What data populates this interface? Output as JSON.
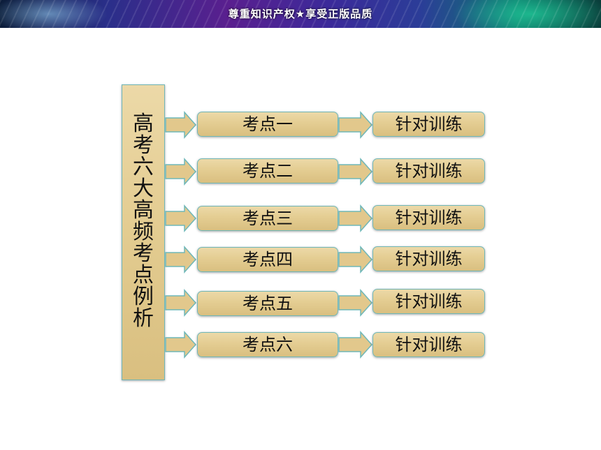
{
  "banner": {
    "text": "尊重知识产权★享受正版品质"
  },
  "main_label": [
    "高",
    "考",
    "六",
    "大",
    "高",
    "频",
    "考",
    "点",
    "例",
    "析"
  ],
  "rows": [
    {
      "topic": "考点一",
      "training": "针对训练"
    },
    {
      "topic": "考点二",
      "training": "针对训练"
    },
    {
      "topic": "考点三",
      "training": "针对训练"
    },
    {
      "topic": "考点四",
      "training": "针对训练"
    },
    {
      "topic": "考点五",
      "training": "针对训练"
    },
    {
      "topic": "考点六",
      "training": "针对训练"
    }
  ]
}
